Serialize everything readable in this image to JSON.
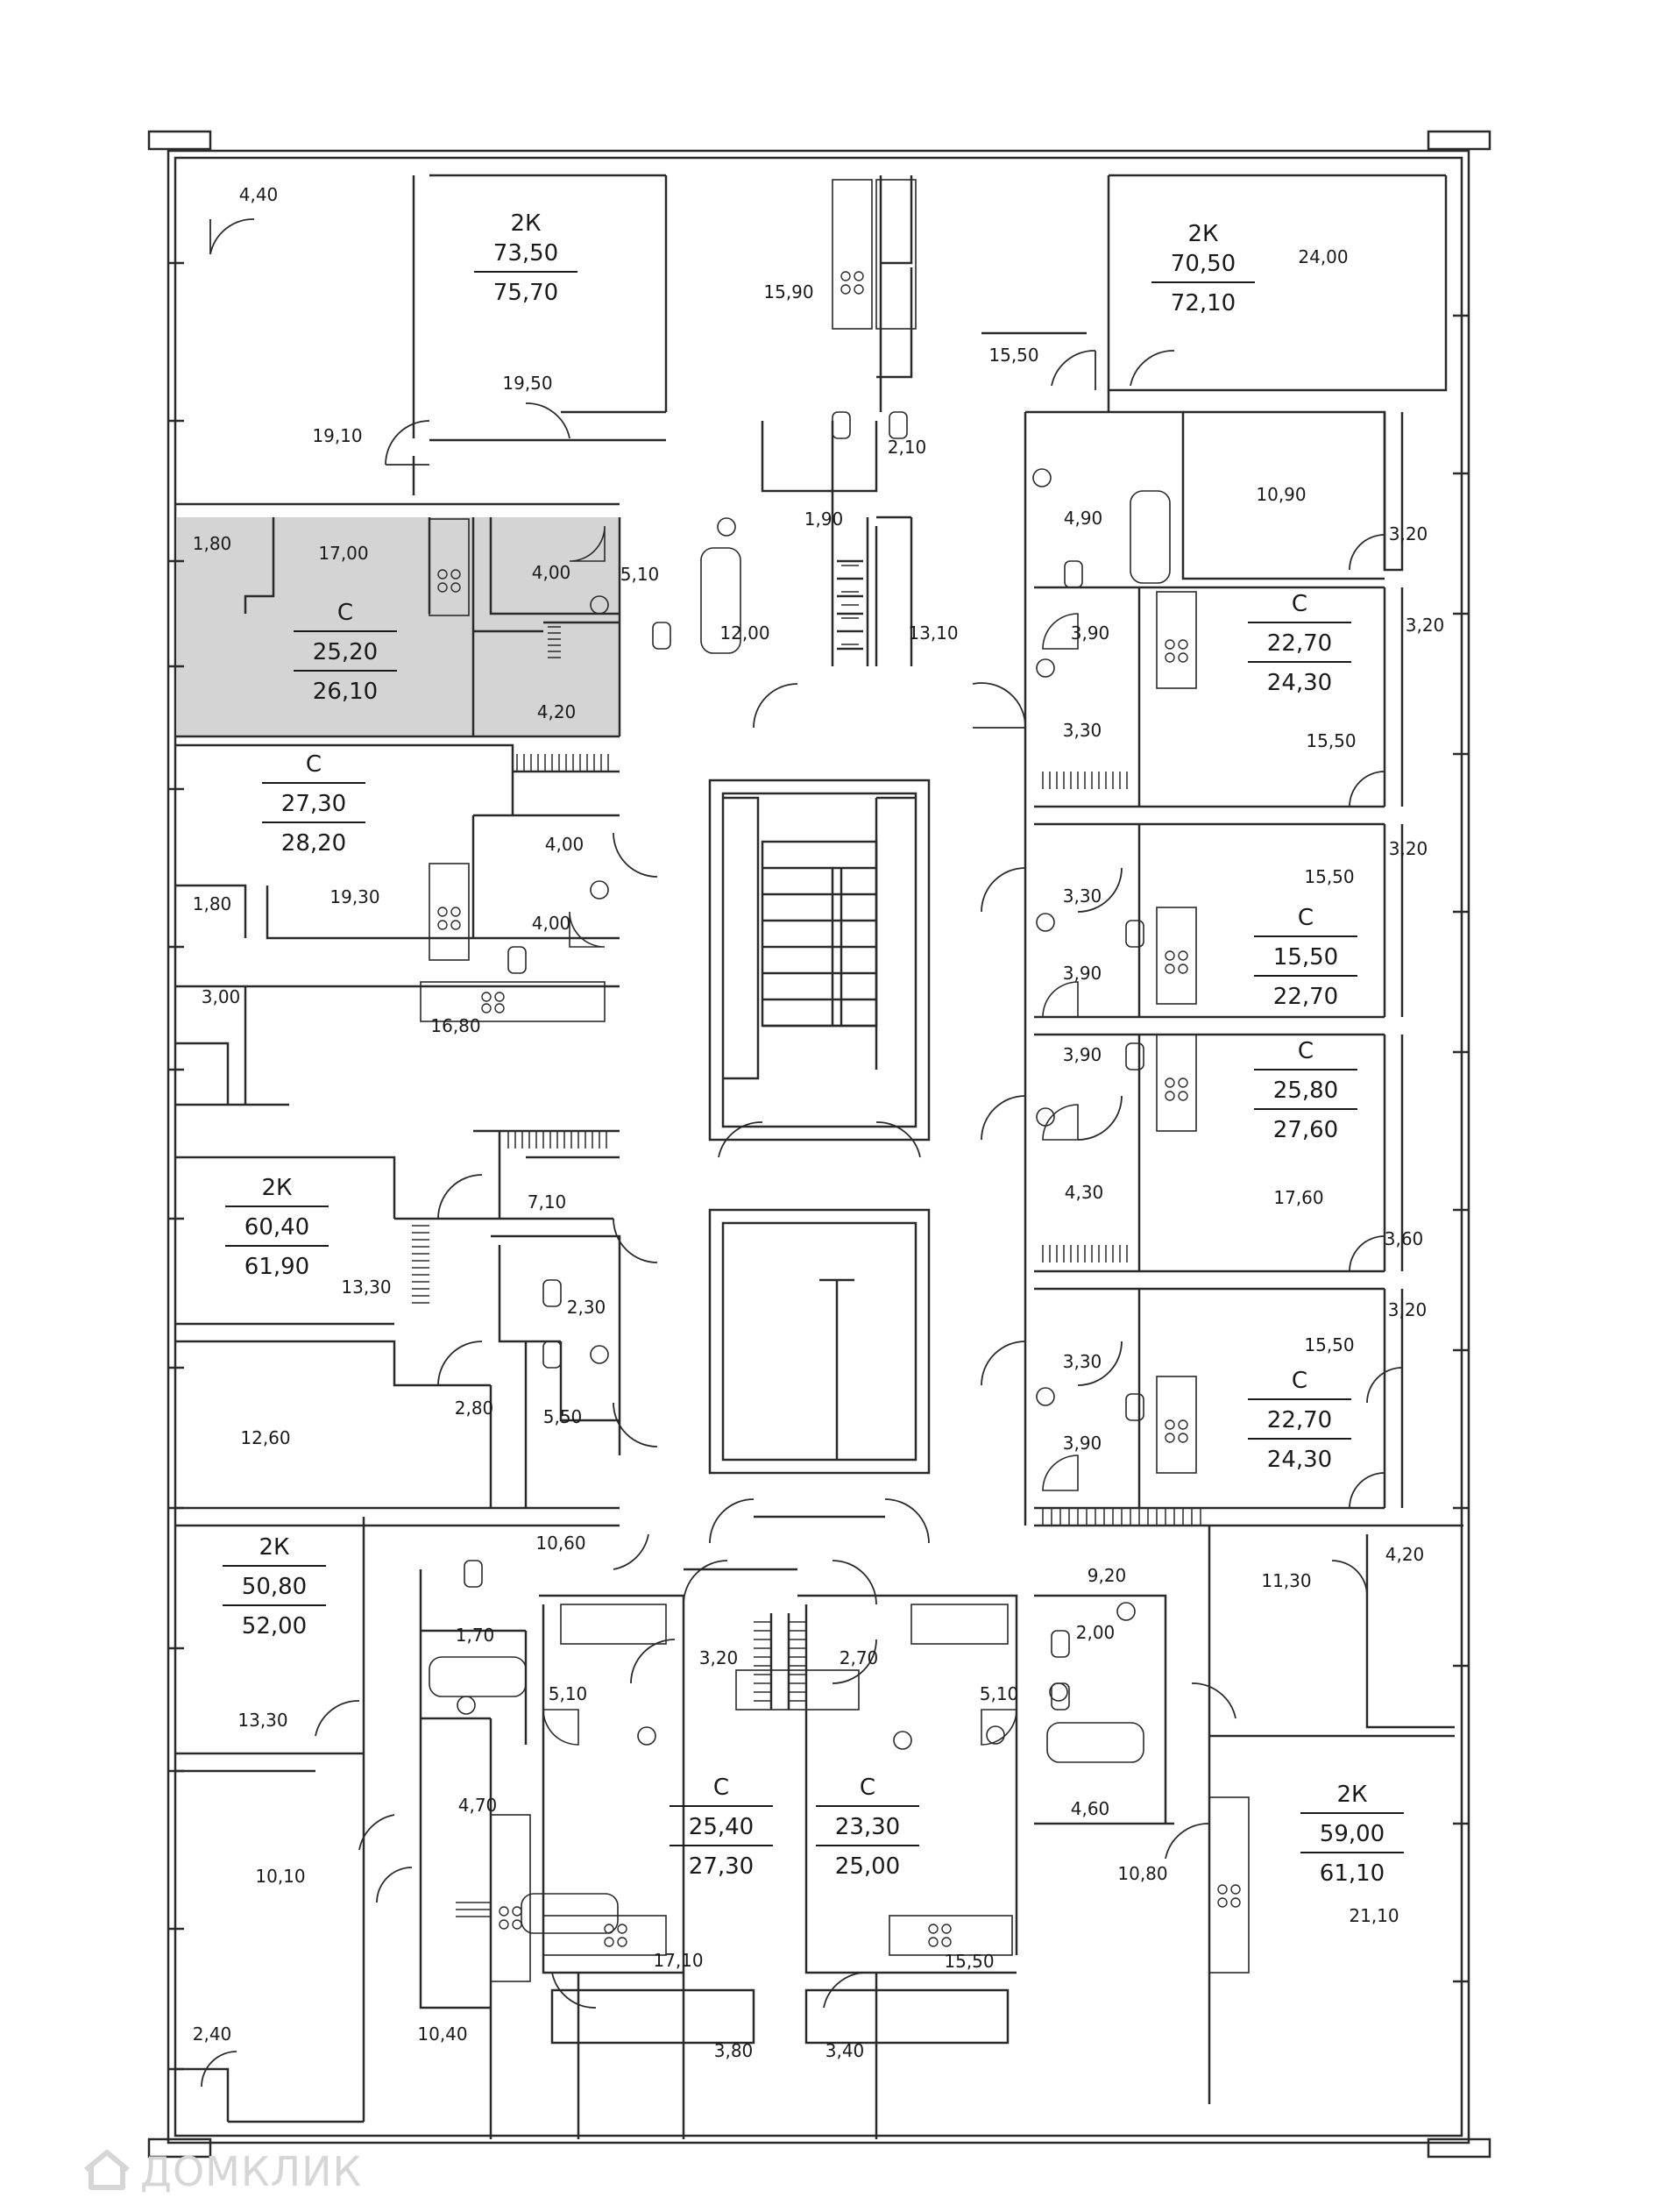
{
  "colors": {
    "wall": "#2a2a2a",
    "highlight": "#d4d4d4",
    "watermark": "#d6d6d6",
    "ink": "#1a1a1a"
  },
  "room_areas": [
    "4,40",
    "19,50",
    "15,90",
    "15,50",
    "24,00",
    "19,10",
    "2,10",
    "1,90",
    "10,90",
    "1,80",
    "17,00",
    "4,00",
    "5,10",
    "4,90",
    "3,20",
    "12,00",
    "13,10",
    "3,90",
    "3,20",
    "4,20",
    "3,30",
    "15,50",
    "4,00",
    "19,30",
    "1,80",
    "4,00",
    "3,30",
    "3,20",
    "15,50",
    "3,90",
    "3,00",
    "16,80",
    "3,90",
    "4,30",
    "17,60",
    "7,10",
    "13,30",
    "3,60",
    "2,30",
    "3,20",
    "2,80",
    "5,50",
    "12,60",
    "3,30",
    "15,50",
    "3,90",
    "10,60",
    "9,20",
    "11,30",
    "4,20",
    "1,70",
    "3,20",
    "2,70",
    "2,00",
    "5,10",
    "5,10",
    "13,30",
    "4,70",
    "4,60",
    "10,10",
    "10,80",
    "21,10",
    "17,10",
    "15,50",
    "2,40",
    "10,40",
    "3,80",
    "3,40"
  ],
  "apartments": [
    {
      "type": "2К",
      "area_living": "73,50",
      "area_total": "75,70"
    },
    {
      "type": "2К",
      "area_living": "70,50",
      "area_total": "72,10"
    },
    {
      "type": "С",
      "area_living": "25,20",
      "area_total": "26,10",
      "highlighted": true
    },
    {
      "type": "С",
      "area_living": "22,70",
      "area_total": "24,30"
    },
    {
      "type": "С",
      "area_living": "27,30",
      "area_total": "28,20"
    },
    {
      "type": "С",
      "area_living": "15,50",
      "area_total": "22,70"
    },
    {
      "type": "С",
      "area_living": "25,80",
      "area_total": "27,60"
    },
    {
      "type": "2К",
      "area_living": "60,40",
      "area_total": "61,90"
    },
    {
      "type": "С",
      "area_living": "22,70",
      "area_total": "24,30"
    },
    {
      "type": "2К",
      "area_living": "50,80",
      "area_total": "52,00"
    },
    {
      "type": "С",
      "area_living": "25,40",
      "area_total": "27,30"
    },
    {
      "type": "С",
      "area_living": "23,30",
      "area_total": "25,00"
    },
    {
      "type": "2К",
      "area_living": "59,00",
      "area_total": "61,10"
    }
  ],
  "watermark": {
    "text": "ДОМКЛИК",
    "icon": "house-icon"
  }
}
